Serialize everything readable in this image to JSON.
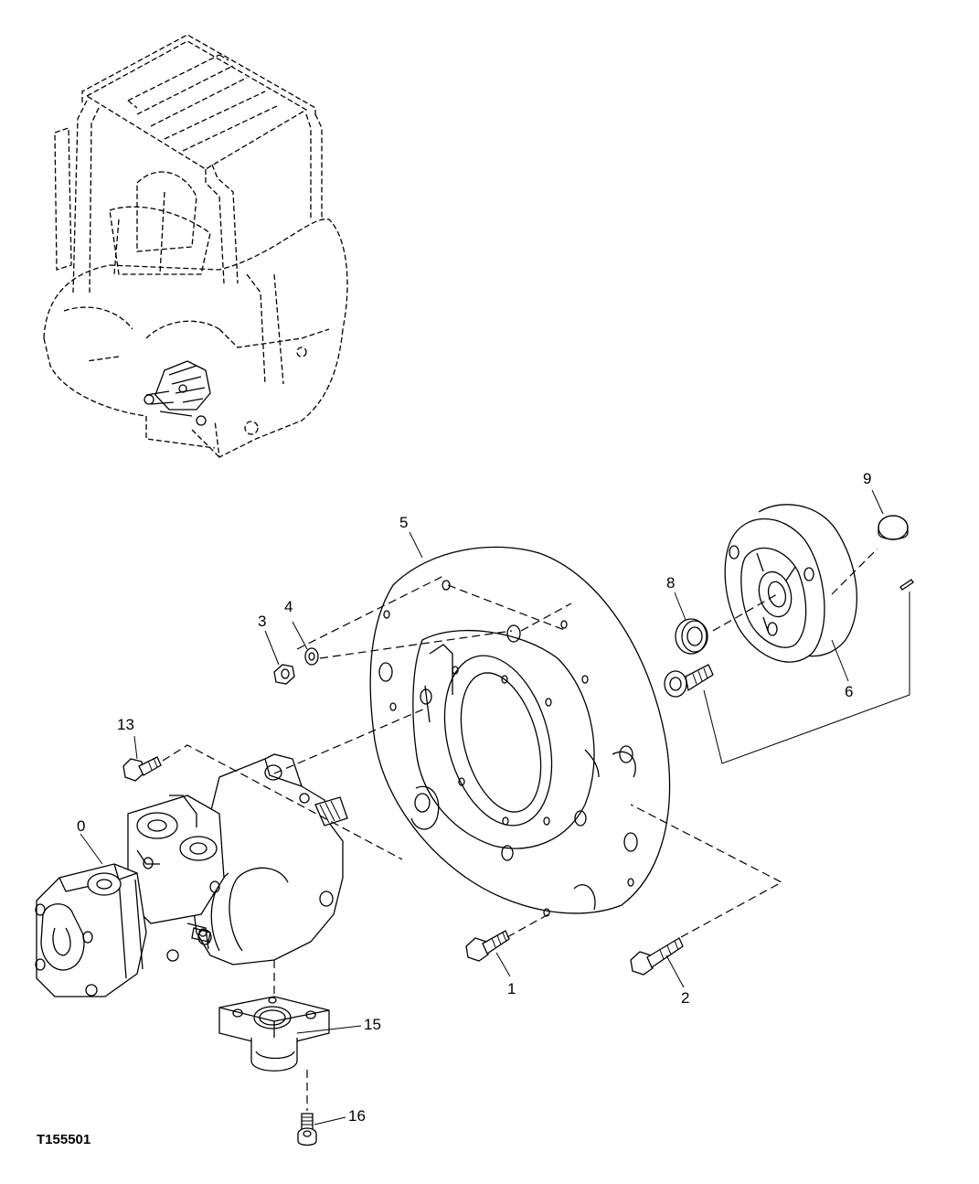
{
  "figure": {
    "id": "T155501"
  },
  "callouts": {
    "c0": "0",
    "c1": "1",
    "c2": "2",
    "c3": "3",
    "c4": "4",
    "c5": "5",
    "c6": "6",
    "c8": "8",
    "c9": "9",
    "c13": "13",
    "c15": "15",
    "c16": "16"
  },
  "colors": {
    "line": "#000000",
    "background": "#ffffff"
  }
}
